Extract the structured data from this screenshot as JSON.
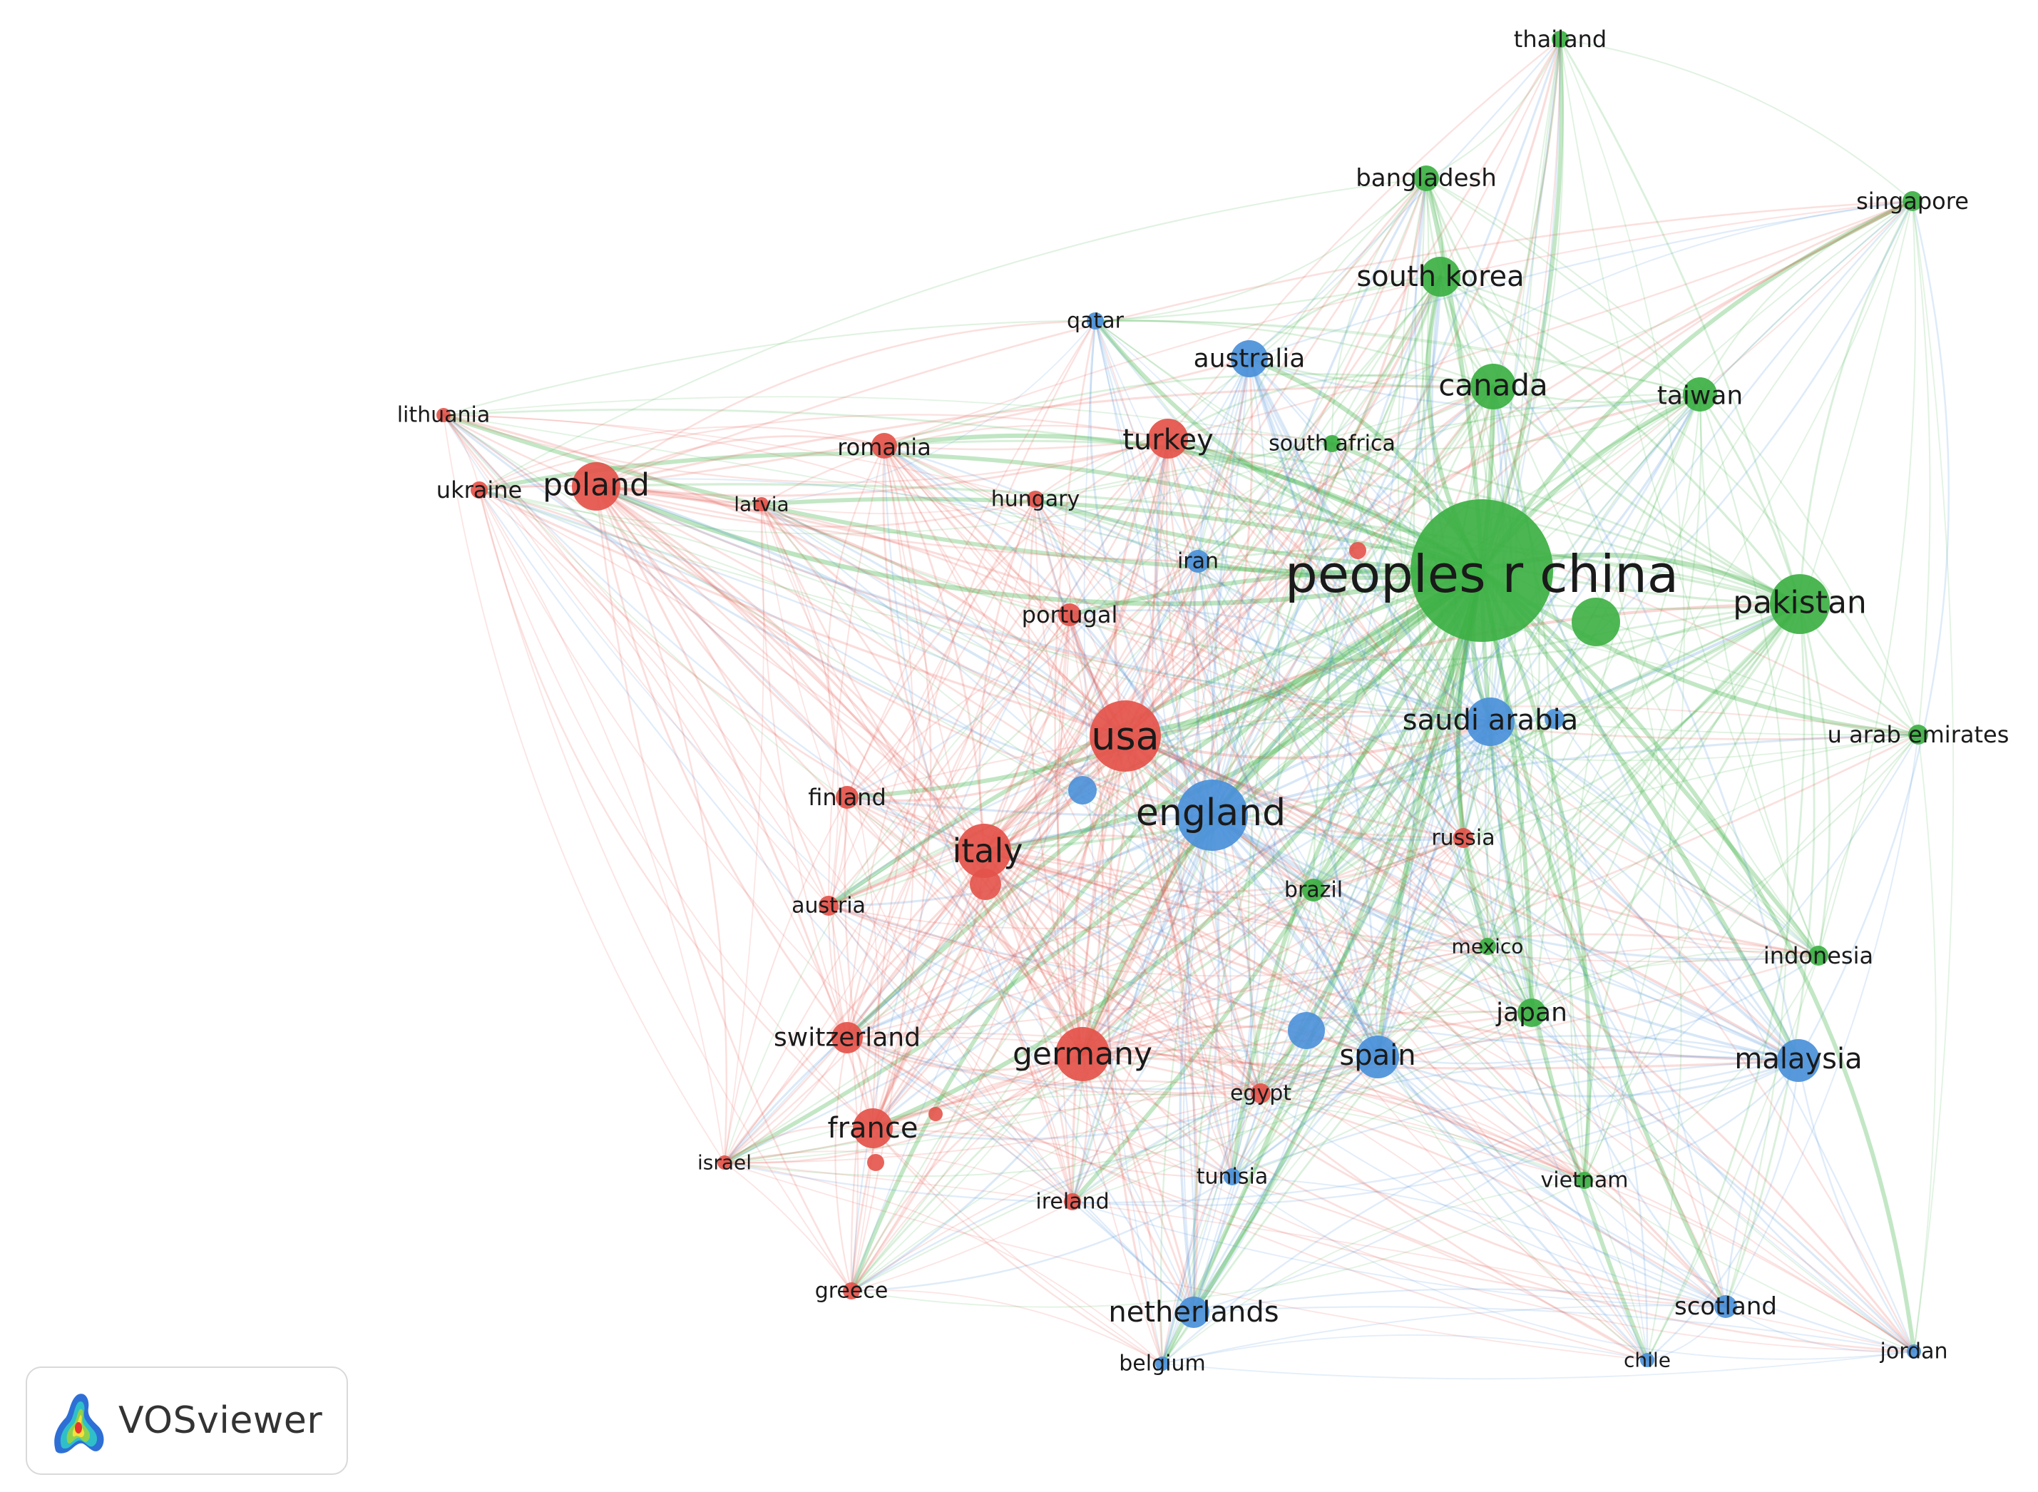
{
  "colors": {
    "red": "#e4534a",
    "green": "#3cb043",
    "blue": "#4a90d9"
  },
  "clusters": {
    "red": [
      "poland",
      "ukraine",
      "lithuania",
      "latvia",
      "romania",
      "turkey",
      "hungary",
      "portugal",
      "usa",
      "italy",
      "finland",
      "austria",
      "germany",
      "switzerland",
      "france",
      "israel",
      "ireland",
      "greece",
      "egypt",
      "russia"
    ],
    "green": [
      "thailand",
      "bangladesh",
      "singapore",
      "south korea",
      "canada",
      "taiwan",
      "south africa",
      "peoples r china",
      "pakistan",
      "u arab emirates",
      "indonesia",
      "mexico",
      "japan",
      "brazil",
      "vietnam"
    ],
    "blue": [
      "qatar",
      "australia",
      "iran",
      "saudi arabia",
      "england",
      "spain",
      "malaysia",
      "tunisia",
      "netherlands",
      "belgium",
      "scotland",
      "chile",
      "jordan"
    ]
  },
  "nodes": [
    {
      "label": "peoples r china",
      "cluster": "green",
      "weight": 100
    },
    {
      "label": "usa",
      "cluster": "red",
      "weight": 38
    },
    {
      "label": "england",
      "cluster": "blue",
      "weight": 36
    },
    {
      "label": "pakistan",
      "cluster": "green",
      "weight": 30
    },
    {
      "label": "saudi arabia",
      "cluster": "blue",
      "weight": 24
    },
    {
      "label": "italy",
      "cluster": "red",
      "weight": 28
    },
    {
      "label": "germany",
      "cluster": "red",
      "weight": 26
    },
    {
      "label": "malaysia",
      "cluster": "blue",
      "weight": 22
    },
    {
      "label": "spain",
      "cluster": "blue",
      "weight": 22
    },
    {
      "label": "poland",
      "cluster": "red",
      "weight": 24
    },
    {
      "label": "canada",
      "cluster": "green",
      "weight": 22
    },
    {
      "label": "south korea",
      "cluster": "green",
      "weight": 20
    },
    {
      "label": "turkey",
      "cluster": "red",
      "weight": 20
    },
    {
      "label": "france",
      "cluster": "red",
      "weight": 20
    },
    {
      "label": "australia",
      "cluster": "blue",
      "weight": 18
    },
    {
      "label": "taiwan",
      "cluster": "green",
      "weight": 16
    },
    {
      "label": "bangladesh",
      "cluster": "green",
      "weight": 14
    },
    {
      "label": "netherlands",
      "cluster": "blue",
      "weight": 16
    },
    {
      "label": "switzerland",
      "cluster": "red",
      "weight": 16
    },
    {
      "label": "japan",
      "cluster": "green",
      "weight": 14
    },
    {
      "label": "romania",
      "cluster": "red",
      "weight": 14
    },
    {
      "label": "finland",
      "cluster": "red",
      "weight": 13
    },
    {
      "label": "russia",
      "cluster": "red",
      "weight": 12
    },
    {
      "label": "brazil",
      "cluster": "green",
      "weight": 12
    },
    {
      "label": "scotland",
      "cluster": "blue",
      "weight": 12
    },
    {
      "label": "iran",
      "cluster": "blue",
      "weight": 12
    },
    {
      "label": "portugal",
      "cluster": "red",
      "weight": 12
    },
    {
      "label": "egypt",
      "cluster": "red",
      "weight": 12
    },
    {
      "label": "austria",
      "cluster": "red",
      "weight": 11
    },
    {
      "label": "indonesia",
      "cluster": "green",
      "weight": 11
    },
    {
      "label": "u arab emirates",
      "cluster": "green",
      "weight": 11
    },
    {
      "label": "singapore",
      "cluster": "green",
      "weight": 11
    },
    {
      "label": "thailand",
      "cluster": "green",
      "weight": 10
    },
    {
      "label": "hungary",
      "cluster": "red",
      "weight": 10
    },
    {
      "label": "south africa",
      "cluster": "green",
      "weight": 10
    },
    {
      "label": "qatar",
      "cluster": "blue",
      "weight": 10
    },
    {
      "label": "mexico",
      "cluster": "green",
      "weight": 10
    },
    {
      "label": "vietnam",
      "cluster": "green",
      "weight": 10
    },
    {
      "label": "tunisia",
      "cluster": "blue",
      "weight": 10
    },
    {
      "label": "ireland",
      "cluster": "red",
      "weight": 9
    },
    {
      "label": "greece",
      "cluster": "red",
      "weight": 10
    },
    {
      "label": "israel",
      "cluster": "red",
      "weight": 9
    },
    {
      "label": "ukraine",
      "cluster": "red",
      "weight": 10
    },
    {
      "label": "lithuania",
      "cluster": "red",
      "weight": 9
    },
    {
      "label": "latvia",
      "cluster": "red",
      "weight": 8
    },
    {
      "label": "belgium",
      "cluster": "blue",
      "weight": 9
    },
    {
      "label": "chile",
      "cluster": "blue",
      "weight": 9
    },
    {
      "label": "jordan",
      "cluster": "blue",
      "weight": 9
    }
  ],
  "logo": {
    "text": "VOSviewer",
    "icon": "vosviewer-density-icon"
  }
}
